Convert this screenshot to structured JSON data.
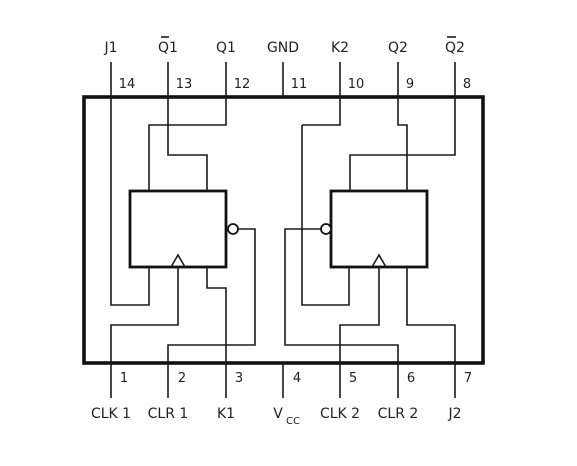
{
  "top_pins": [
    {
      "name": "J1",
      "number": "14"
    },
    {
      "name": "Q1",
      "name_overbar": true,
      "number": "13"
    },
    {
      "name": "Q1",
      "number": "12"
    },
    {
      "name": "GND",
      "number": "11"
    },
    {
      "name": "K2",
      "number": "10"
    },
    {
      "name": "Q2",
      "number": "9"
    },
    {
      "name": "Q2",
      "name_overbar": true,
      "number": "8"
    }
  ],
  "bottom_pins": [
    {
      "name": "CLK 1",
      "number": "1"
    },
    {
      "name": "CLR 1",
      "number": "2"
    },
    {
      "name": "K1",
      "number": "3"
    },
    {
      "name": "V",
      "name_sub": "CC",
      "number": "4"
    },
    {
      "name": "CLK 2",
      "number": "5"
    },
    {
      "name": "CLR 2",
      "number": "6"
    },
    {
      "name": "J2",
      "number": "7"
    }
  ]
}
